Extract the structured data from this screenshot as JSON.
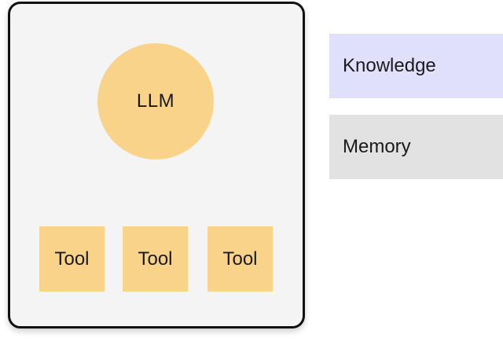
{
  "agent": {
    "llm_label": "LLM",
    "tools": [
      {
        "label": "Tool"
      },
      {
        "label": "Tool"
      },
      {
        "label": "Tool"
      }
    ]
  },
  "side_panels": {
    "knowledge_label": "Knowledge",
    "memory_label": "Memory"
  },
  "colors": {
    "agent_background": "#f4f4f4",
    "agent_border": "#111111",
    "llm_and_tools": "#fad38a",
    "knowledge_background": "#e0e0fc",
    "memory_background": "#e2e2e2"
  }
}
